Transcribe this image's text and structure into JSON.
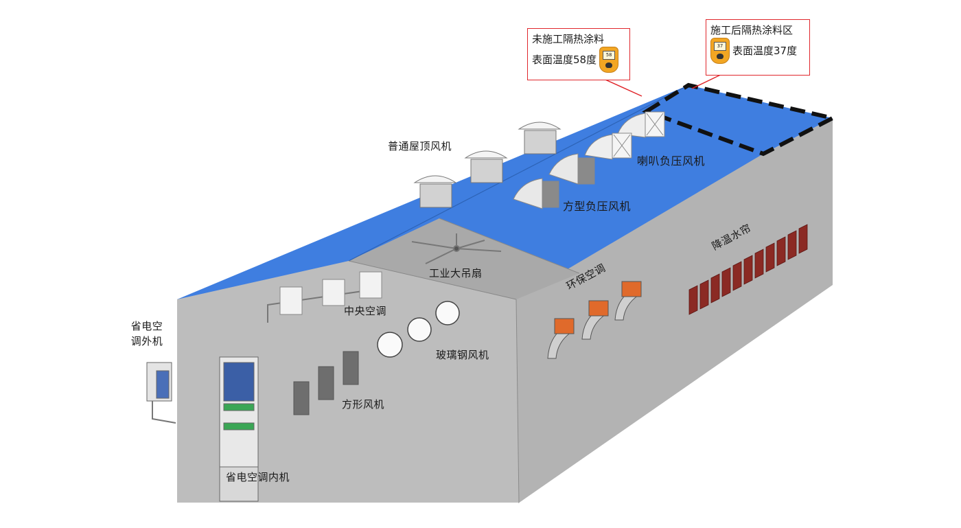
{
  "labels": {
    "roof_fan": "普通屋顶风机",
    "horn_fan": "喇叭负压风机",
    "square_neg_fan": "方型负压风机",
    "industrial_fan": "工业大吊扇",
    "central_ac": "中央空调",
    "eco_ac": "环保空调",
    "cooling_pad": "降温水帘",
    "frp_fan": "玻璃钢风机",
    "square_fan": "方形风机",
    "outdoor_unit": "省电空调外机",
    "indoor_unit": "省电空调内机"
  },
  "callouts": {
    "untreated": {
      "line1": "未施工隔热涂料",
      "line2": "表面温度58度",
      "reading": "58"
    },
    "treated": {
      "line1": "施工后隔热涂料区",
      "line2": "表面温度37度",
      "reading": "37"
    }
  },
  "colors": {
    "roof": "#3f7ee0",
    "wall": "#b4b4b4",
    "callout_border": "#e0262b",
    "cooling_pad": "#8b2a24"
  }
}
